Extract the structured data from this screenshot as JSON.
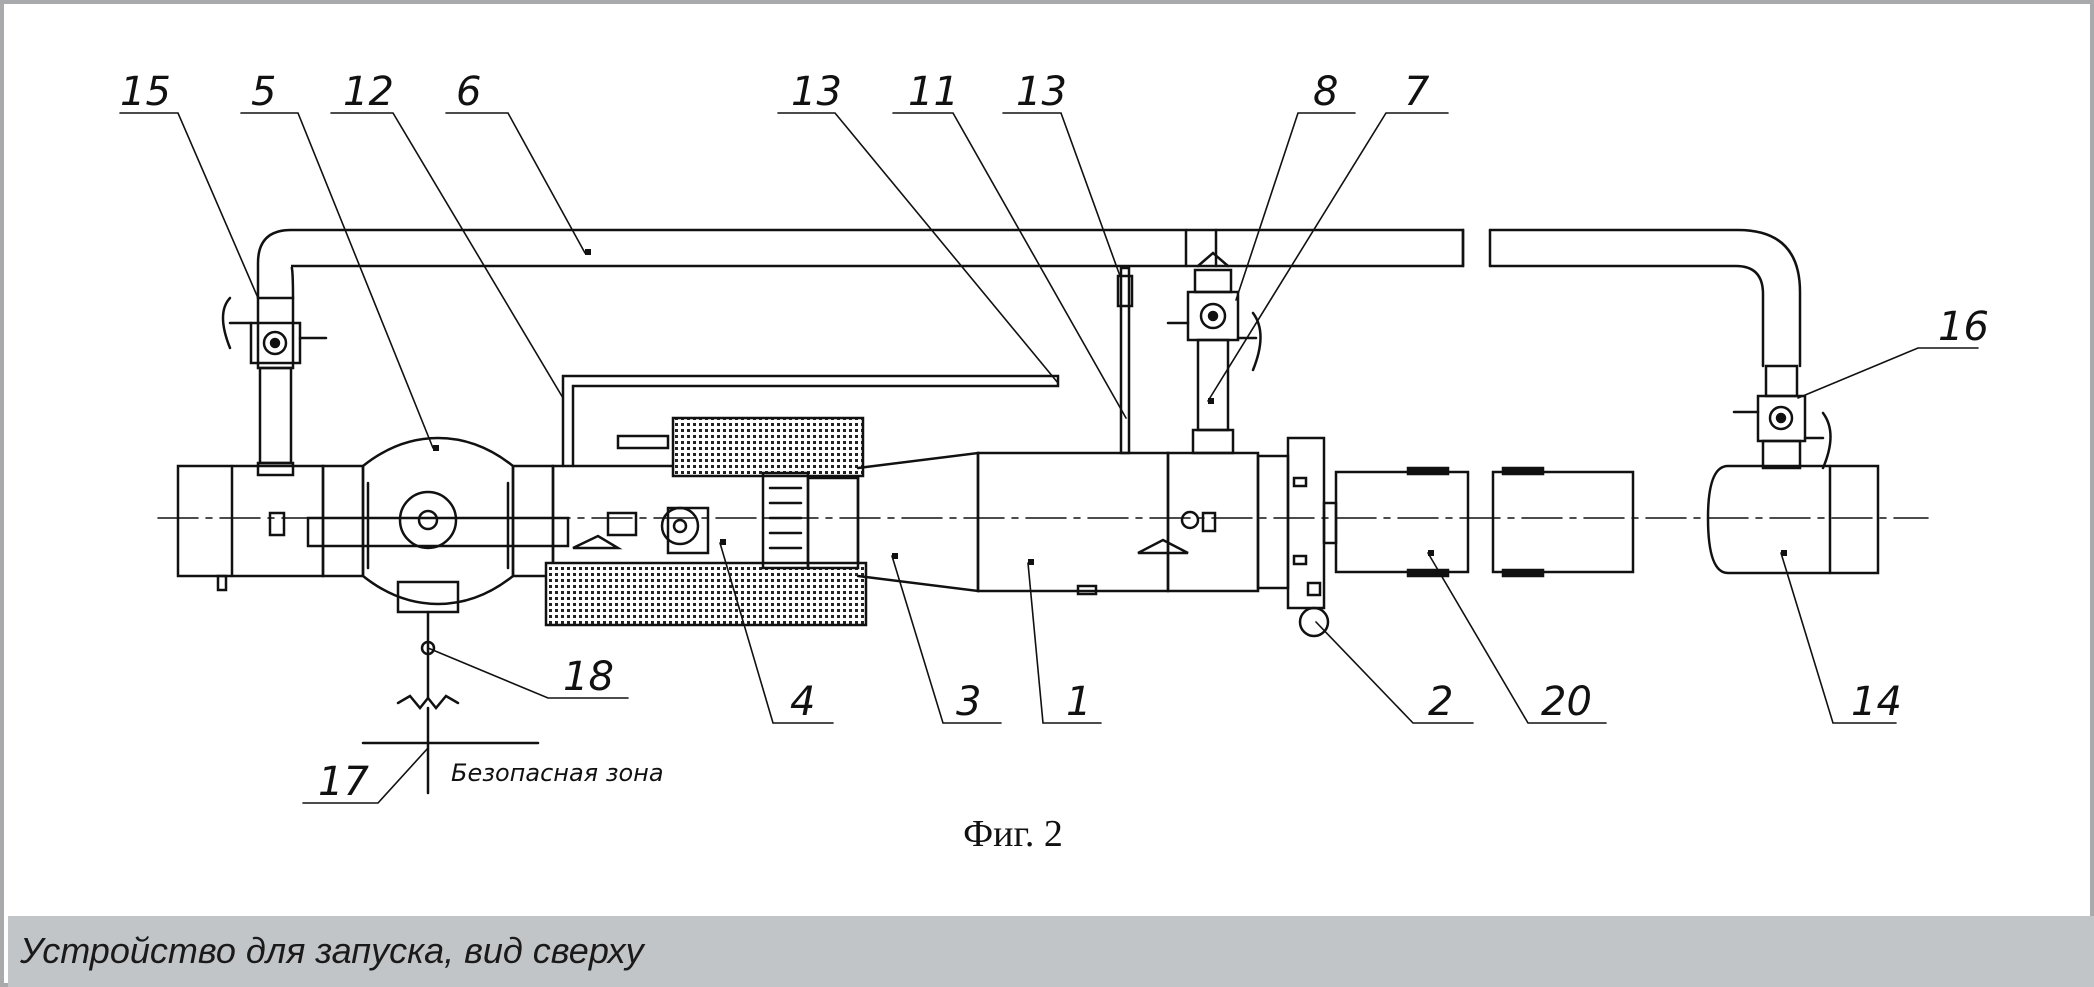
{
  "figure": {
    "title": "Фиг. 2",
    "safe_zone_label": "Безопасная зона",
    "callouts": [
      "15",
      "5",
      "12",
      "6",
      "13",
      "11",
      "13",
      "8",
      "7",
      "16",
      "18",
      "17",
      "4",
      "3",
      "1",
      "2",
      "20",
      "14"
    ]
  },
  "caption": {
    "text": "Устройство для запуска, вид сверху"
  },
  "colors": {
    "frame_border": "#a8aaac",
    "caption_background": "#c2c5c8",
    "line": "#111111"
  }
}
